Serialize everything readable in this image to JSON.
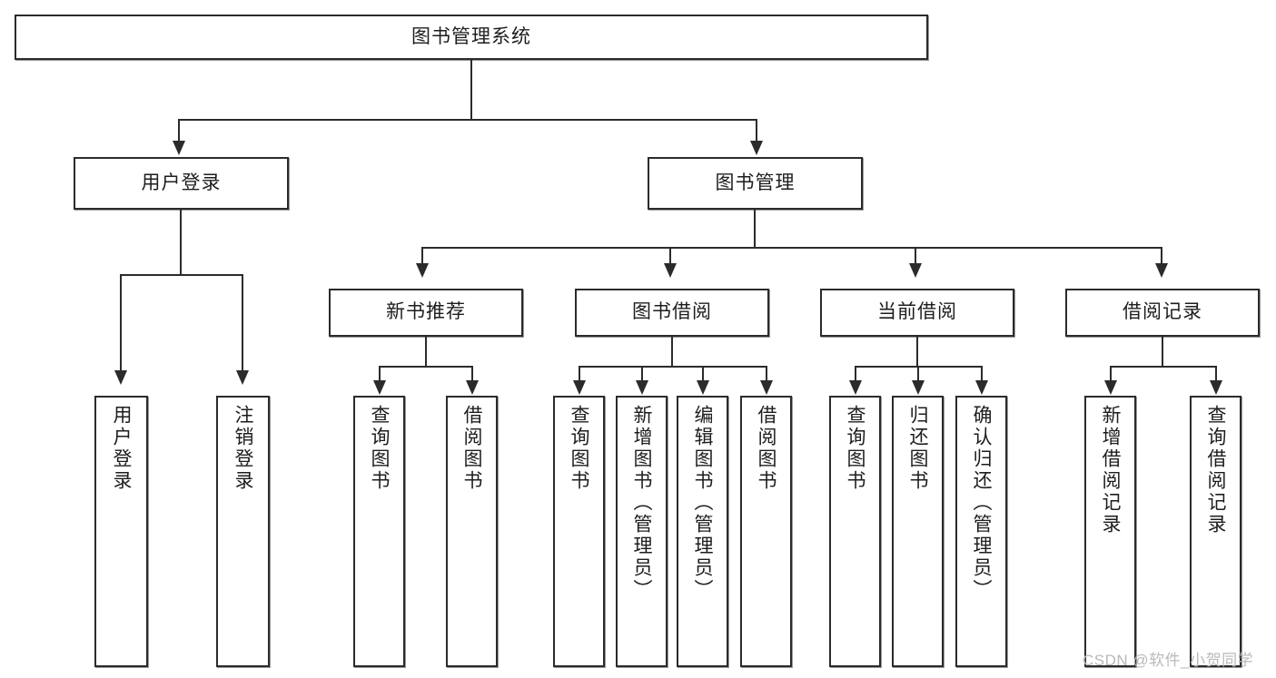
{
  "diagram": {
    "title": "图书管理系统",
    "type": "tree-hierarchy",
    "root": {
      "label": "图书管理系统"
    },
    "level1": [
      {
        "label": "用户登录"
      },
      {
        "label": "图书管理"
      }
    ],
    "level2": [
      {
        "label": "新书推荐"
      },
      {
        "label": "图书借阅"
      },
      {
        "label": "当前借阅"
      },
      {
        "label": "借阅记录"
      }
    ],
    "leaves": {
      "user_login": [
        {
          "label": "用户登录"
        },
        {
          "label": "注销登录"
        }
      ],
      "new_book_recommend": [
        {
          "label": "查询图书"
        },
        {
          "label": "借阅图书"
        }
      ],
      "book_borrow": [
        {
          "label": "查询图书"
        },
        {
          "label": "新增图书（管理员）"
        },
        {
          "label": "编辑图书（管理员）"
        },
        {
          "label": "借阅图书"
        }
      ],
      "current_borrow": [
        {
          "label": "查询图书"
        },
        {
          "label": "归还图书"
        },
        {
          "label": "确认归还（管理员）"
        }
      ],
      "borrow_record": [
        {
          "label": "新增借阅记录"
        },
        {
          "label": "查询借阅记录"
        }
      ]
    }
  },
  "watermark": {
    "text": "CSDN @软件_小贺同学"
  },
  "colors": {
    "background": "#ffffff",
    "border": "#2b2b2b",
    "text": "#1d1d1d",
    "watermark": "#b9b9b9"
  }
}
